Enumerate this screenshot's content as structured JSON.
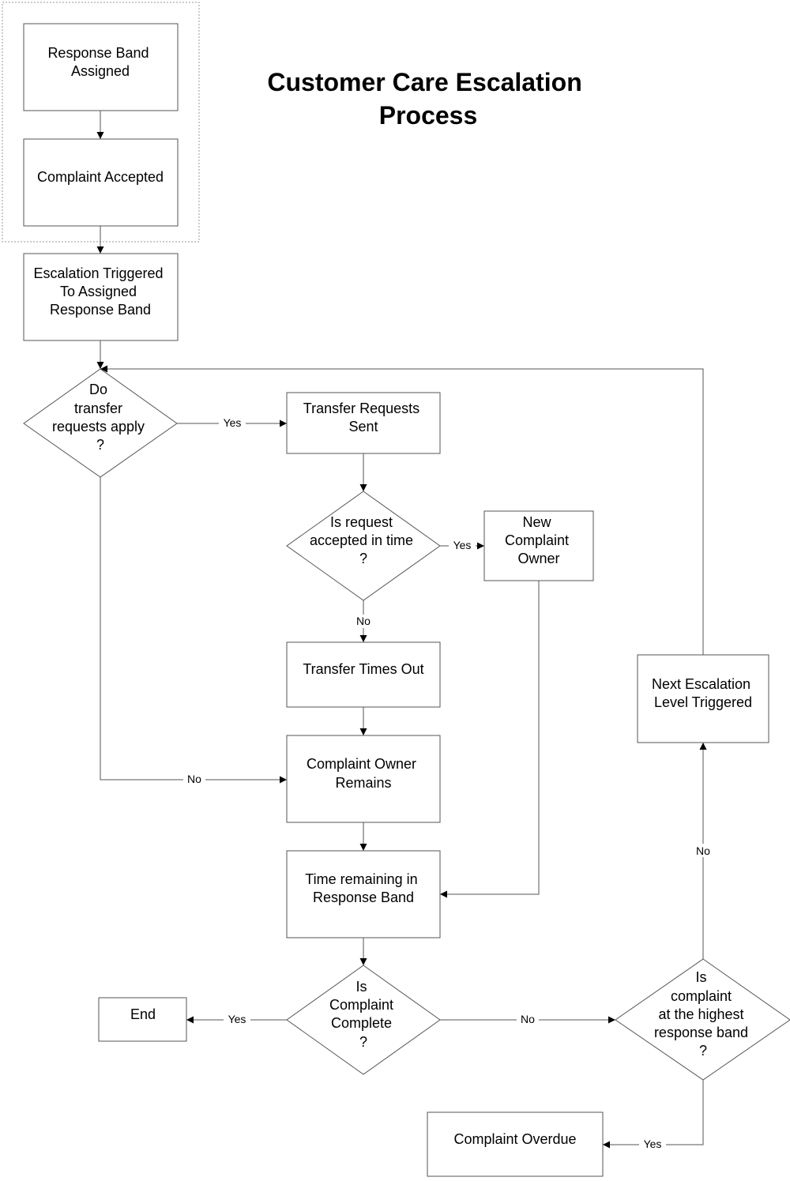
{
  "title": [
    "Customer Care Escalation",
    "Process"
  ],
  "nodes": {
    "response_band_assigned": [
      "Response Band",
      "Assigned"
    ],
    "complaint_accepted": [
      "Complaint Accepted"
    ],
    "escalation_triggered": [
      "Escalation Triggered",
      "To Assigned",
      "Response Band"
    ],
    "do_transfer_requests_apply": [
      "Do",
      "transfer",
      "requests apply",
      "?"
    ],
    "transfer_requests_sent": [
      "Transfer Requests",
      "Sent"
    ],
    "is_request_accepted_in_time": [
      "Is request",
      "accepted in time",
      "?"
    ],
    "new_complaint_owner": [
      "New",
      "Complaint",
      "Owner"
    ],
    "transfer_times_out": [
      "Transfer Times Out"
    ],
    "complaint_owner_remains": [
      "Complaint Owner",
      "Remains"
    ],
    "time_remaining_in_response_band": [
      "Time remaining in",
      "Response Band"
    ],
    "is_complaint_complete": [
      "Is",
      "Complaint",
      "Complete",
      "?"
    ],
    "end": [
      "End"
    ],
    "is_complaint_at_highest_band": [
      "Is",
      "complaint",
      "at the highest",
      "response band",
      "?"
    ],
    "next_escalation_level_triggered": [
      "Next Escalation",
      "Level Triggered"
    ],
    "complaint_overdue": [
      "Complaint Overdue"
    ]
  },
  "edge_labels": {
    "transfer_yes": "Yes",
    "transfer_no": "No",
    "accepted_yes": "Yes",
    "accepted_no": "No",
    "complete_yes": "Yes",
    "complete_no": "No",
    "highest_no": "No",
    "highest_yes": "Yes"
  },
  "colors": {
    "stroke": "#555555",
    "text": "#000000",
    "group_border": "#999999",
    "background": "#ffffff"
  }
}
